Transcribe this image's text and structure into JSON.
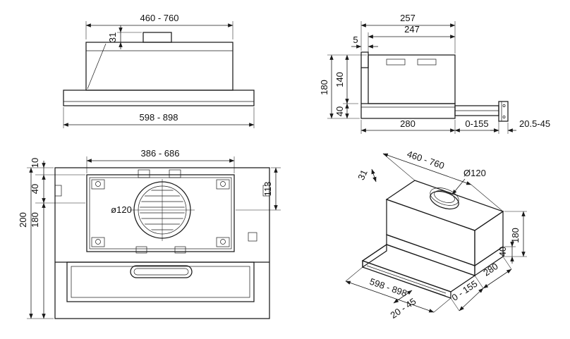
{
  "page": {
    "background": "#ffffff",
    "line_color": "#1a1a1a"
  },
  "views": {
    "front": {
      "dims": {
        "top_width": "460 - 760",
        "duct_height": "31",
        "overall_width": "598 - 898"
      }
    },
    "side": {
      "dims": {
        "depth_overall": "257",
        "depth_body": "247",
        "rear_offset": "5",
        "height_overall": "180",
        "height_body": "140",
        "height_visor": "40",
        "depth_bottom": "280",
        "visor_travel": "0-155",
        "panel_thickness": "20.5-45"
      }
    },
    "top": {
      "dims": {
        "cutout_width": "386 - 686",
        "rear_offset": "10",
        "rear_clearance": "40",
        "depth_outer": "200",
        "depth_cutout": "180",
        "duct_offset": "113",
        "duct_diameter": "ø120"
      }
    },
    "iso": {
      "dims": {
        "top_width": "460 - 760",
        "duct_height": "31",
        "duct_diameter": "Ø120",
        "overall_width": "598 - 898",
        "depth": "280",
        "height_visor": "40",
        "height_overall": "180",
        "panel_thickness": "20 - 45",
        "visor_travel": "0 - 155"
      }
    }
  }
}
